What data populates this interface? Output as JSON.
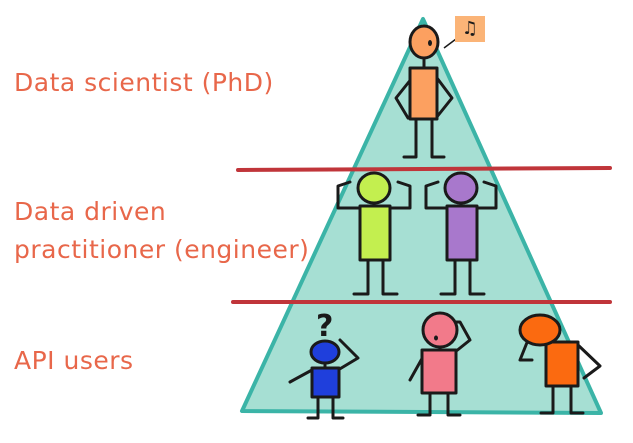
{
  "tiers": [
    {
      "label": "Data scientist (PhD)"
    },
    {
      "label_lines": [
        "Data driven",
        "practitioner (engineer)"
      ]
    },
    {
      "label": "API users"
    }
  ],
  "bubble": {
    "icon": "musical-note-icon",
    "glyph": "♫"
  },
  "question": {
    "icon": "question-mark-icon",
    "glyph": "?"
  },
  "colors": {
    "pyramid_fill": "#a6dfd3",
    "pyramid_stroke": "#3bb4a7",
    "divider": "#c0353a",
    "label": "#e8674a",
    "scientist": "#fca060",
    "engineer_left": "#c3ef4f",
    "engineer_right": "#a878cc",
    "user_blue": "#1f3fdc",
    "user_pink": "#f27a8a",
    "user_orange": "#fb6a10"
  }
}
